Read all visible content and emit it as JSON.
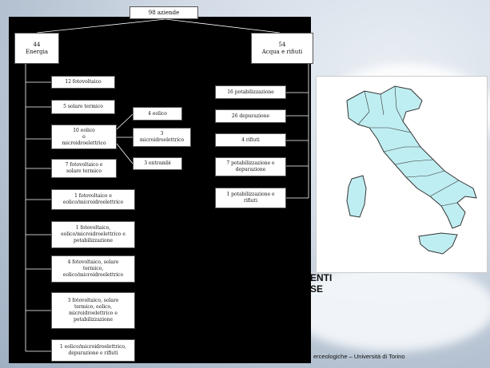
{
  "diagram": {
    "root": "98 aziende",
    "left_head": "44\nEnergia",
    "right_head": "54\nAcqua e rifiuti",
    "left_items": [
      "12 fotovoltaico",
      "5 solare termico",
      "10 eolico\no\nmicroidroelettrico",
      "7 fotovoltaico e\nsolare termico",
      "1 fotovoltaico e\neolico/microidroelettrico",
      "1 fotovoltaico,\neolico/microidroelettrico e\npotabilizzazione",
      "4 fotovoltaico, solare\ntermico,\neolico/microidroelettrico",
      "3 fotovoltaico, solare\ntermico, eolico,\nmicroidroelettrico e\npotabilizzazione",
      "1 eolico/microidroelettrico,\ndepurazione e rifiuti"
    ],
    "sub_items": [
      "4 eolico",
      "3\nmicroidroelettrico",
      "3 entrambi"
    ],
    "right_items": [
      "16 potabilizzazione",
      "26 depurazione",
      "4 rifiuti",
      "7 potabilizzazione e\ndepurazione",
      "1 potabilizzazione e\nrifiuti"
    ]
  },
  "slide": {
    "partial_title_1": "ENTI",
    "partial_title_2": "SE",
    "footer": "erceologiche – Università di Torino"
  }
}
